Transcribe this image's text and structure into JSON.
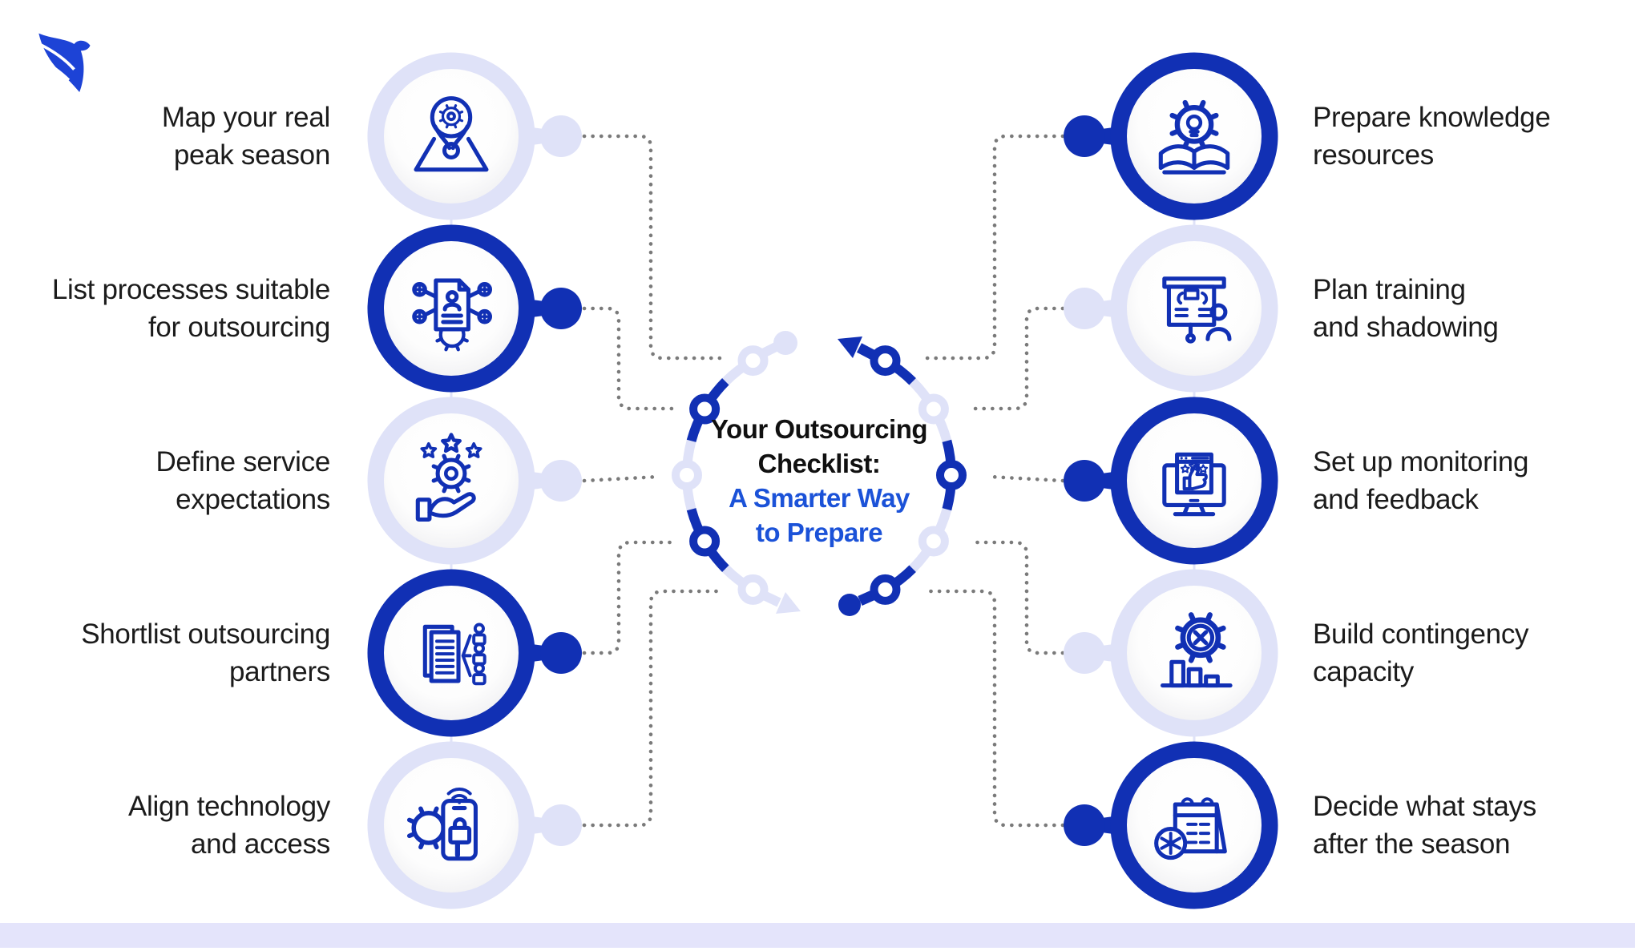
{
  "brand": {
    "logo": "eagle-logo",
    "logo_color": "#1d43d6"
  },
  "center": {
    "title_line1": "Your Outsourcing",
    "title_line2": "Checklist:",
    "subtitle_line1": "A Smarter Way",
    "subtitle_line2": "to Prepare",
    "title_color": "#101010",
    "subtitle_color": "#1b52d8"
  },
  "items_left": [
    {
      "label_line1": "Map your real",
      "label_line2": "peak season",
      "icon": "map-pin-gear",
      "ring": "light"
    },
    {
      "label_line1": "List processes suitable",
      "label_line2": "for outsourcing",
      "icon": "document-network",
      "ring": "dark"
    },
    {
      "label_line1": "Define service",
      "label_line2": "expectations",
      "icon": "hand-gear-stars",
      "ring": "light"
    },
    {
      "label_line1": "Shortlist outsourcing",
      "label_line2": "partners",
      "icon": "partner-list",
      "ring": "dark"
    },
    {
      "label_line1": "Align technology",
      "label_line2": "and access",
      "icon": "phone-lock-gear",
      "ring": "light"
    }
  ],
  "items_right": [
    {
      "label_line1": "Prepare knowledge",
      "label_line2": "resources",
      "icon": "book-gear-bulb",
      "ring": "dark"
    },
    {
      "label_line1": "Plan training",
      "label_line2": "and shadowing",
      "icon": "training-board",
      "ring": "light"
    },
    {
      "label_line1": "Set up monitoring",
      "label_line2": "and feedback",
      "icon": "monitor-feedback",
      "ring": "dark"
    },
    {
      "label_line1": "Build contingency",
      "label_line2": "capacity",
      "icon": "gear-x-bars",
      "ring": "light"
    },
    {
      "label_line1": "Decide what stays",
      "label_line2": "after the season",
      "icon": "calendar-snowflake",
      "ring": "dark"
    }
  ],
  "colors": {
    "primary_blue": "#1130b4",
    "lavender": "#dfe2f8",
    "accent_text_blue": "#1b52d8",
    "dot_gray": "#7a7a7a",
    "footer_bar": "#e4e4fb"
  }
}
